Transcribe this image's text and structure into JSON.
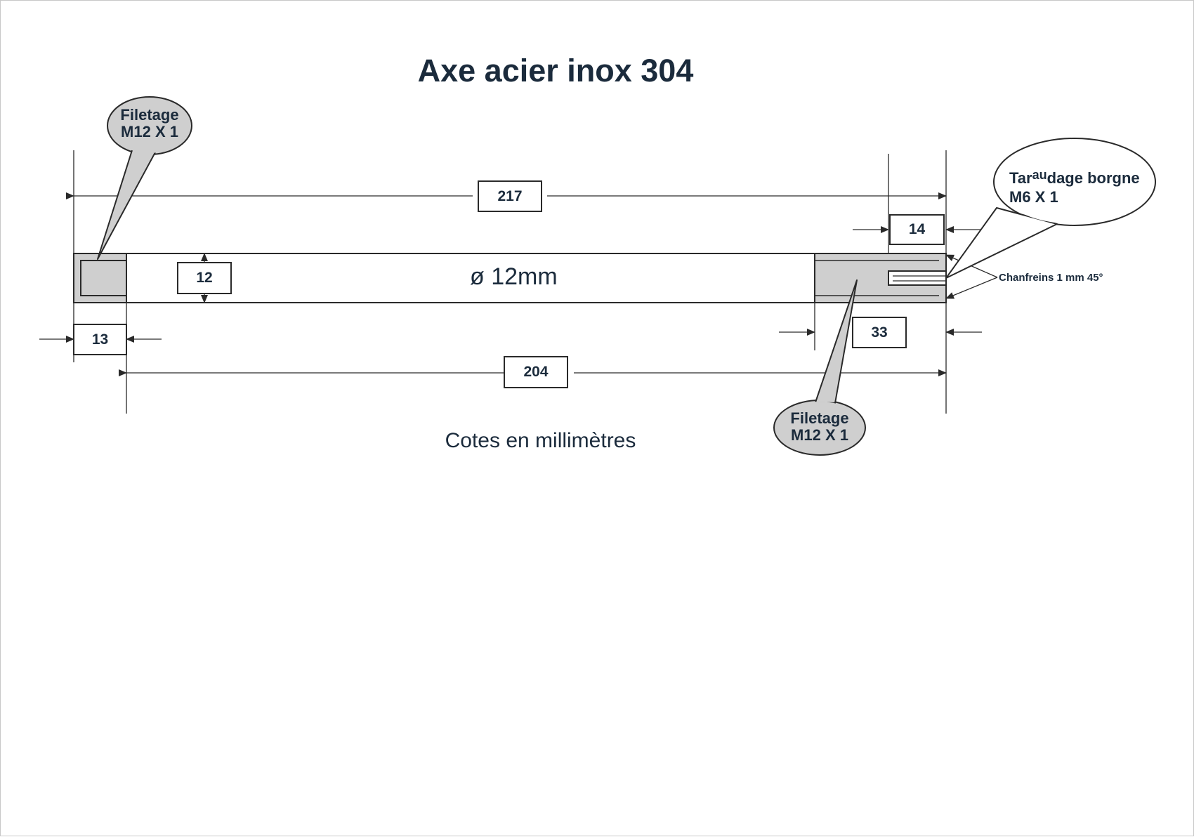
{
  "title": "Axe acier inox 304",
  "caption": "Cotes en millimètres",
  "diameter_label": "ø 12mm",
  "dimensions": {
    "overall_length": "217",
    "body_length": "204",
    "left_thread_length": "13",
    "right_thread_length": "33",
    "tapped_hole_depth": "14",
    "diameter": "12"
  },
  "callouts": {
    "left_thread": {
      "line1": "Filetage",
      "line2": "M12 X 1"
    },
    "right_thread": {
      "line1": "Filetage",
      "line2": "M12 X 1"
    },
    "tapped_hole": {
      "part1": "Tar",
      "superscript": "au",
      "part2": "dage borgne",
      "line2": "M6 X 1"
    },
    "chamfer": "Chanfreins 1 mm 45°"
  },
  "colors": {
    "ink": "#1b2b3c",
    "thread_fill": "#cfcfcf",
    "line": "#2a2a2a"
  }
}
